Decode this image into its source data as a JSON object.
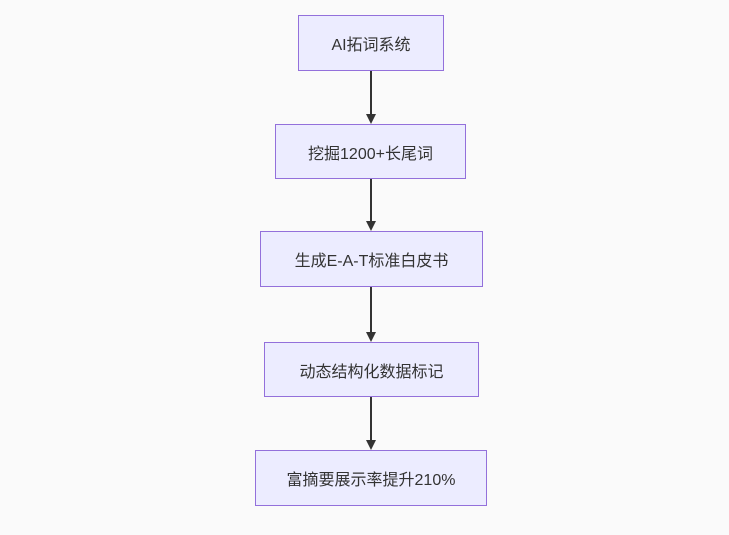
{
  "diagram": {
    "type": "flowchart",
    "direction": "top-down",
    "background_color": "#fafafa",
    "node_fill_color": "#ECECFF",
    "node_border_color": "#9370DB",
    "node_text_color": "#333333",
    "arrow_color": "#333333",
    "nodes": [
      {
        "id": "A",
        "label": "AI拓词系统"
      },
      {
        "id": "B",
        "label": "挖掘1200+长尾词"
      },
      {
        "id": "C",
        "label": "生成E-A-T标准白皮书"
      },
      {
        "id": "D",
        "label": "动态结构化数据标记"
      },
      {
        "id": "E",
        "label": "富摘要展示率提升210%"
      }
    ],
    "edges": [
      {
        "from": "AI拓词系统",
        "to": "挖掘1200+长尾词"
      },
      {
        "from": "挖掘1200+长尾词",
        "to": "生成E-A-T标准白皮书"
      },
      {
        "from": "生成E-A-T标准白皮书",
        "to": "动态结构化数据标记"
      },
      {
        "from": "动态结构化数据标记",
        "to": "富摘要展示率提升210%"
      }
    ]
  }
}
